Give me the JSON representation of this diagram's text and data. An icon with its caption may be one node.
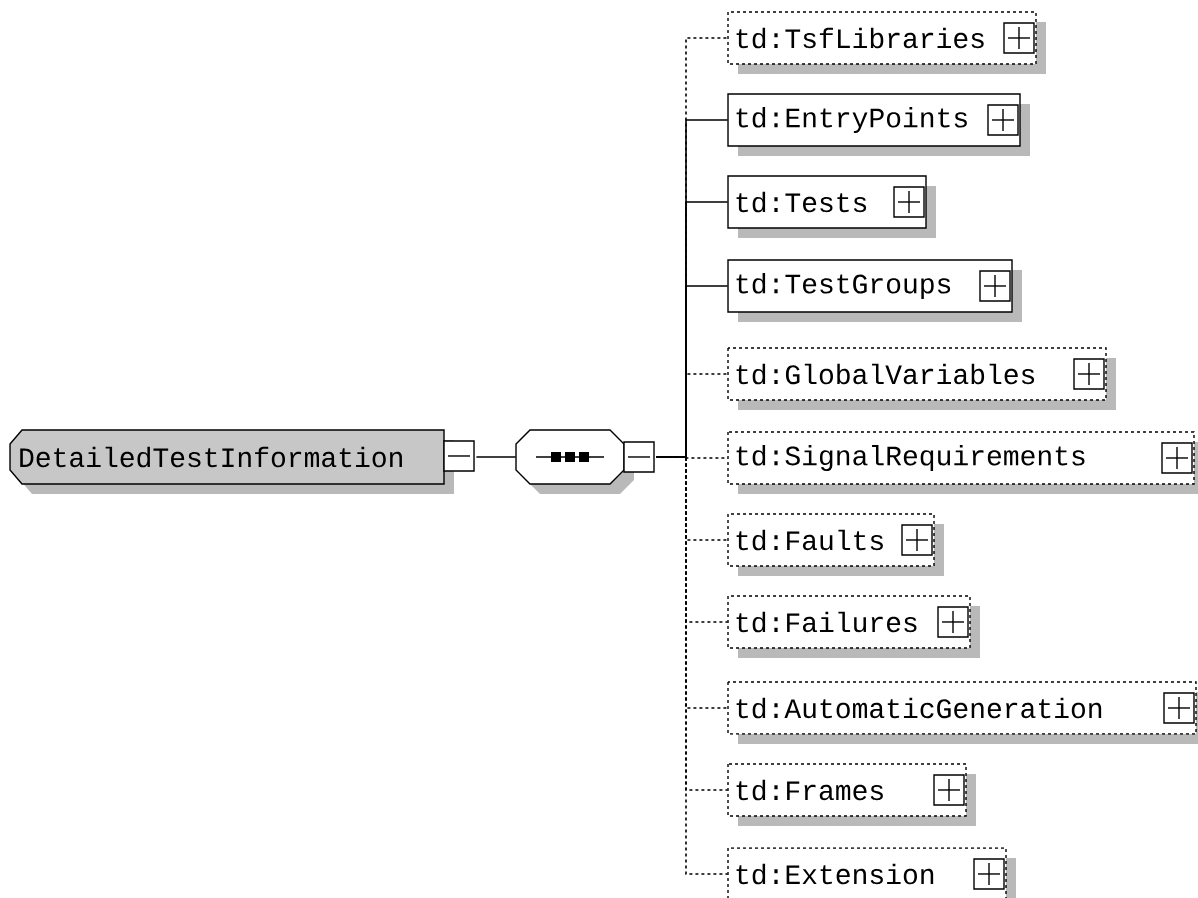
{
  "diagram": {
    "nodes": [
      {
        "text": [
          "DetailedTestInformation"
        ]
      },
      {
        "text": [],
        "shape": "octagon"
      },
      {
        "text": [
          "td:TsfLibraries"
        ]
      },
      {
        "text": [
          "td:EntryPoints"
        ]
      },
      {
        "text": [
          "td:Tests"
        ]
      },
      {
        "text": [
          "td:TestGroups"
        ]
      },
      {
        "text": [
          "td:GlobalVariables"
        ]
      },
      {
        "text": [
          "td:SignalRequirements"
        ]
      },
      {
        "text": [
          "td:Faults"
        ]
      },
      {
        "text": [
          "td:Failures"
        ]
      },
      {
        "text": [
          "td:AutomaticGeneration"
        ]
      },
      {
        "text": [
          "td:Frames"
        ]
      },
      {
        "text": [
          "td:Extension"
        ]
      }
    ],
    "edges": [
      {
        "from": 0,
        "to": 1,
        "arrow": "none"
      },
      {
        "from": 1,
        "to": 2,
        "arrow": "none",
        "style": "dashed"
      },
      {
        "from": 1,
        "to": 3,
        "arrow": "none"
      },
      {
        "from": 1,
        "to": 4,
        "arrow": "none"
      },
      {
        "from": 1,
        "to": 5,
        "arrow": "none"
      },
      {
        "from": 1,
        "to": 6,
        "arrow": "none",
        "style": "dashed"
      },
      {
        "from": 1,
        "to": 7,
        "arrow": "none",
        "style": "dashed"
      },
      {
        "from": 1,
        "to": 8,
        "arrow": "none",
        "style": "dashed"
      },
      {
        "from": 1,
        "to": 9,
        "arrow": "none",
        "style": "dashed"
      },
      {
        "from": 1,
        "to": 10,
        "arrow": "none",
        "style": "dashed"
      },
      {
        "from": 1,
        "to": 11,
        "arrow": "none",
        "style": "dashed"
      },
      {
        "from": 1,
        "to": 12,
        "arrow": "none",
        "style": "dashed"
      }
    ]
  }
}
